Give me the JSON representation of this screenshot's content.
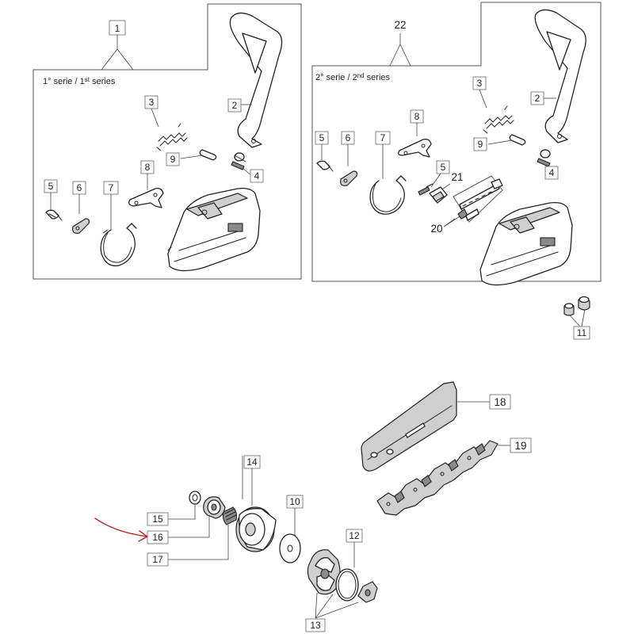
{
  "series": {
    "first": {
      "label_a": "1° serie / 1",
      "sup": "st",
      "label_b": " series"
    },
    "second": {
      "label_a": "2° serie / 2",
      "sup": "nd",
      "label_b": " series"
    }
  },
  "labels": {
    "p1": "1",
    "p2a": "2",
    "p3a": "3",
    "p4a": "4",
    "p5a": "5",
    "p6a": "6",
    "p7a": "7",
    "p8a": "8",
    "p9a": "9",
    "p22": "22",
    "p2b": "2",
    "p3b": "3",
    "p4b": "4",
    "p5b": "5",
    "p5c": "5",
    "p6b": "6",
    "p7b": "7",
    "p8b": "8",
    "p9b": "9",
    "p20": "20",
    "p21": "21",
    "p11": "11",
    "p18": "18",
    "p19": "19",
    "p14": "14",
    "p10": "10",
    "p15": "15",
    "p16": "16",
    "p17": "17",
    "p12": "12",
    "p13": "13"
  },
  "colors": {
    "highlight_arrow": "#c0282d"
  }
}
